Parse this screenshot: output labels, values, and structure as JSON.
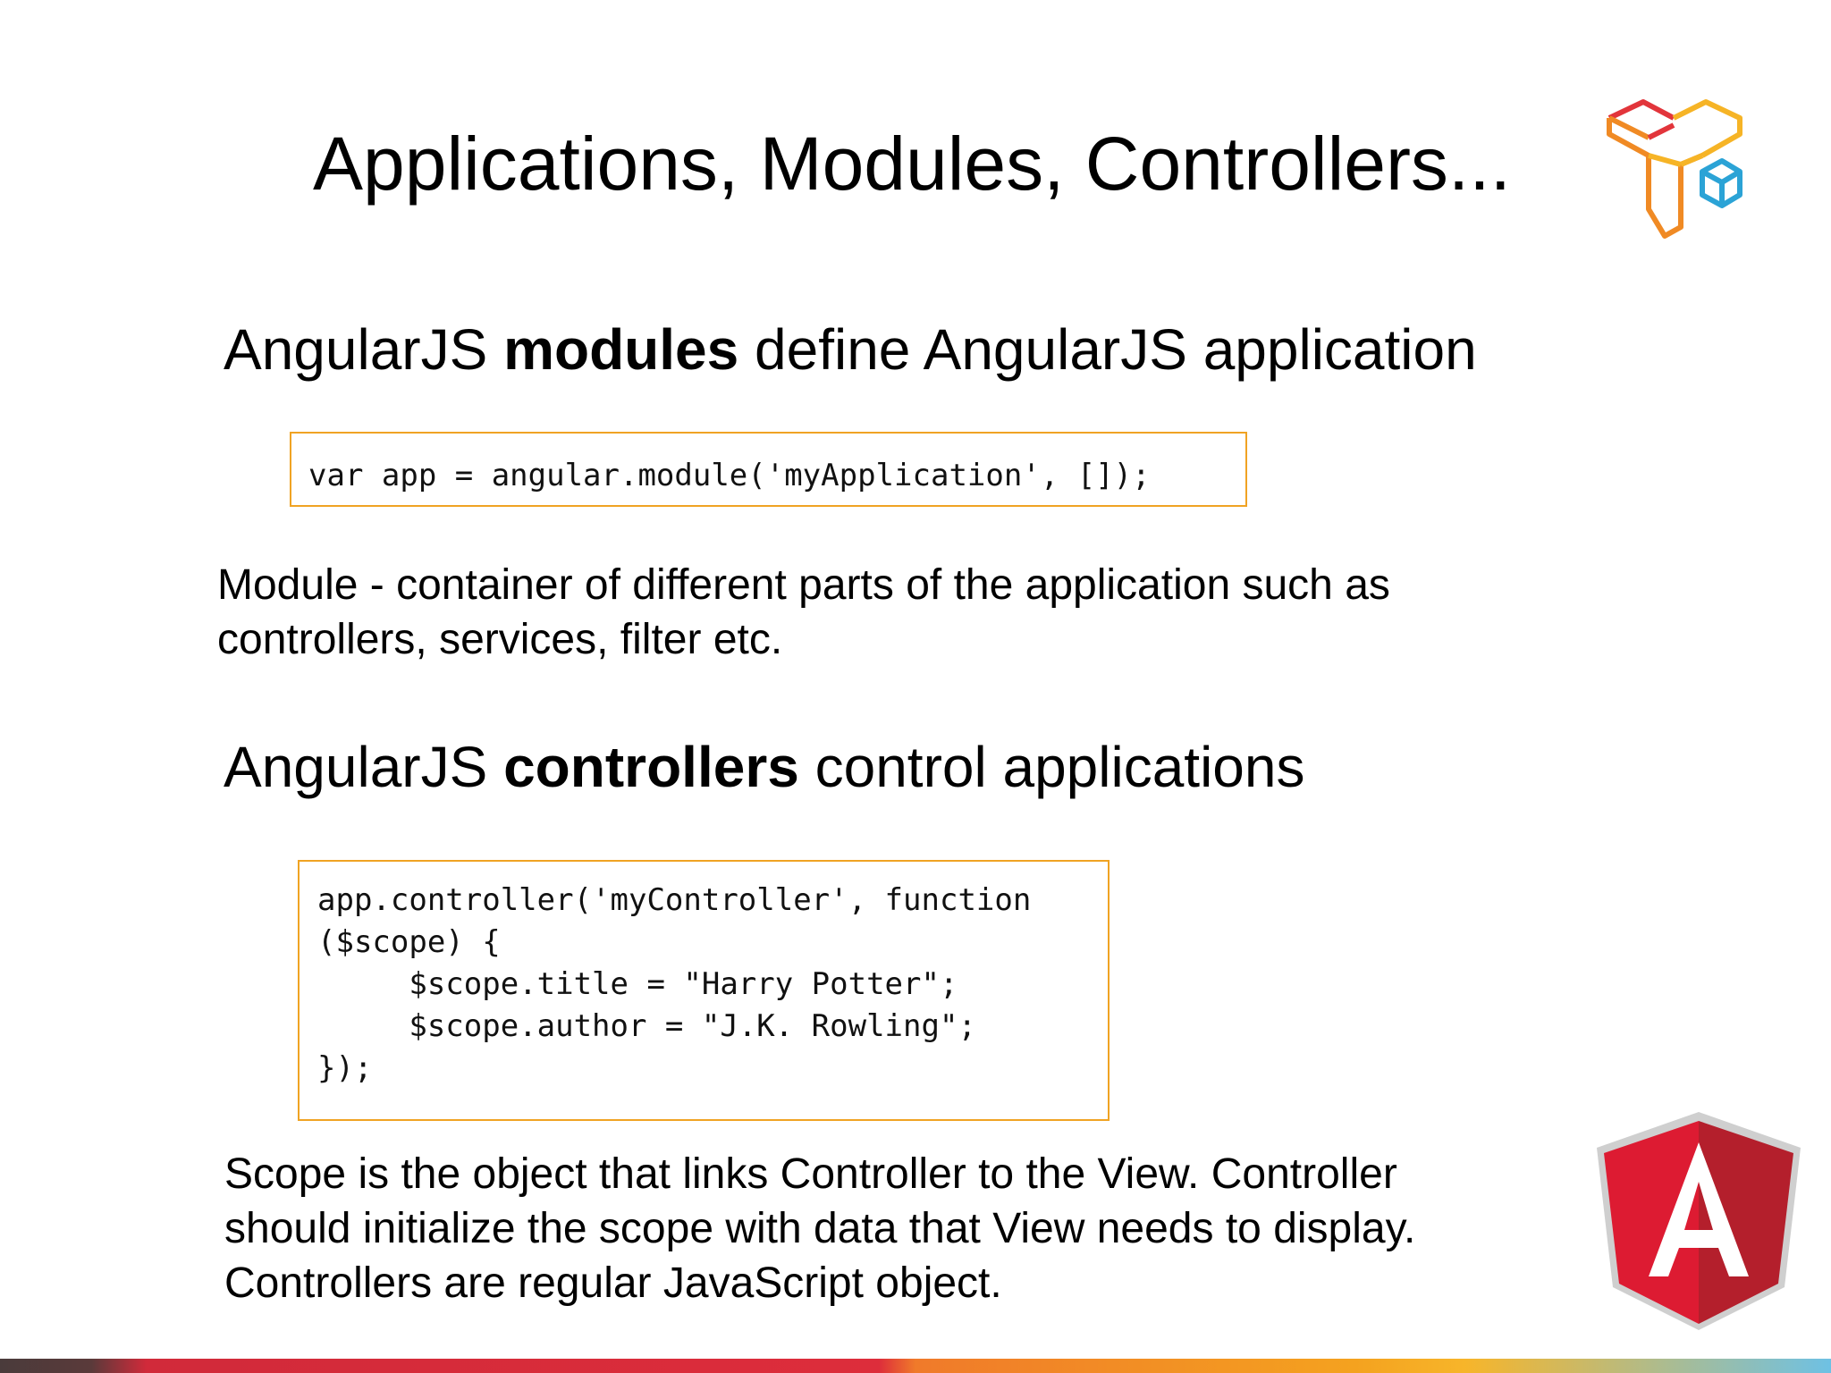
{
  "slide": {
    "title": "Applications, Modules, Controllers...",
    "section1": {
      "heading_pre": "AngularJS ",
      "heading_bold": "modules",
      "heading_post": " define AngularJS application",
      "code": [
        "var app = angular.module('myApplication', []);"
      ],
      "description": [
        "Module - container of different parts of the application such as",
        "controllers, services, filter etc."
      ]
    },
    "section2": {
      "heading_pre": "AngularJS ",
      "heading_bold": "controllers",
      "heading_post": " control applications",
      "code": [
        "app.controller('myController', function",
        "($scope) {",
        "     $scope.title = \"Harry Potter\";",
        "     $scope.author = \"J.K. Rowling\";",
        "});"
      ],
      "description": [
        "Scope is the object that links Controller to the View. Controller",
        "should initialize the scope with data that View needs to display.",
        "Controllers are regular JavaScript object."
      ]
    },
    "icons": [
      "yii-cube-logo-icon",
      "angular-shield-logo-icon"
    ],
    "colors": {
      "code_border": "#f0a323",
      "angular_red": "#dd1b32",
      "angular_dark_red": "#b41f2c",
      "logo_red": "#e2353b",
      "logo_orange": "#f08a24",
      "logo_yellow": "#f6b426",
      "logo_blue": "#2ba3d6"
    }
  }
}
